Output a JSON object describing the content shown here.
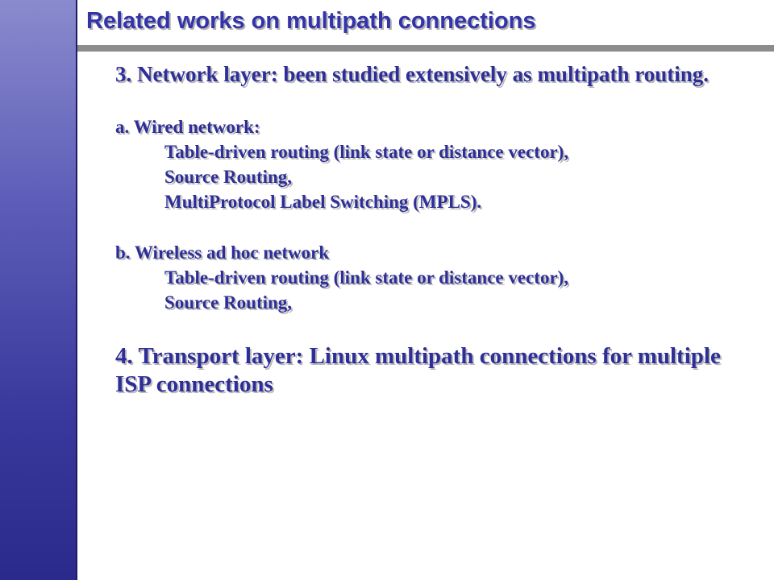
{
  "slide": {
    "title": "Related works on multipath connections",
    "point3": "3. Network layer: been studied extensively as multipath routing.",
    "wired": {
      "heading": "a. Wired network:",
      "items": [
        "Table-driven routing (link state or distance vector),",
        "Source Routing,",
        "MultiProtocol Label Switching (MPLS)."
      ]
    },
    "wireless": {
      "heading": "b. Wireless ad hoc network",
      "items": [
        "Table-driven routing (link state or distance vector),",
        "Source Routing,"
      ]
    },
    "point4": "4. Transport layer: Linux multipath connections for multiple ISP connections",
    "colors": {
      "text": "#2e2e98",
      "title": "#3333aa",
      "sidebar": "#3a3a9e",
      "rule": "#8c8c8c"
    }
  }
}
